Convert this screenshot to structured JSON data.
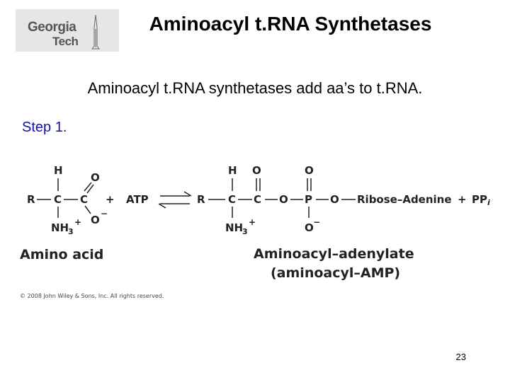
{
  "logo": {
    "line1": "Georgia",
    "line2": "Tech"
  },
  "title": "Aminoacyl t.RNA Synthetases",
  "subtitle": "Aminoacyl t.RNA synthetases add aa’s to t.RNA.",
  "step": "Step 1.",
  "figure": {
    "reactant_plus_1": "+",
    "reactant_atp": "ATP",
    "product_tail": "Ribose–Adenine",
    "product_plus": "+",
    "product_ppi": "PP",
    "product_ppi_sub": "i",
    "label_left": "Amino acid",
    "label_right_line1": "Aminoacyl–adenylate",
    "label_right_line2": "(aminoacyl–AMP)",
    "copyright": "© 2008 John Wiley & Sons, Inc. All rights reserved."
  },
  "page_number": "23"
}
